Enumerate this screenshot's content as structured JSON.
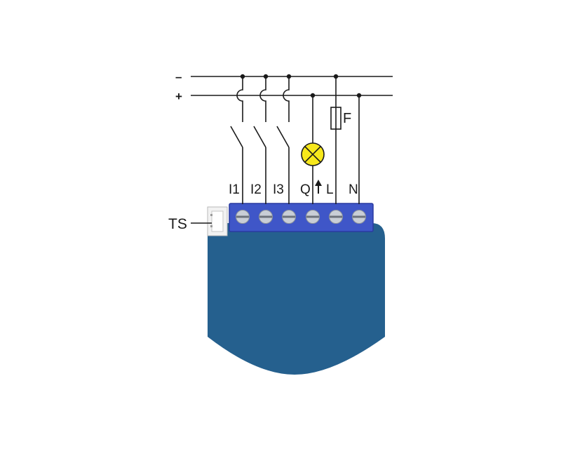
{
  "bus": {
    "minus": "–",
    "plus": "+"
  },
  "terminals": [
    {
      "id": "i1",
      "label": "I1"
    },
    {
      "id": "i2",
      "label": "I2"
    },
    {
      "id": "i3",
      "label": "I3"
    },
    {
      "id": "q",
      "label": "Q"
    },
    {
      "id": "l",
      "label": "L"
    },
    {
      "id": "n",
      "label": "N"
    }
  ],
  "fuse_label": "F",
  "sensor_label": "TS",
  "icons": {
    "lamp": "lamp-icon",
    "fuse": "fuse-icon",
    "switch": "switch-icon",
    "arrow": "arrow-up-icon",
    "sensor_connector": "connector-icon"
  },
  "colors": {
    "module_body": "#25608e",
    "terminal_block": "#3f56c8",
    "terminal_block_edge": "#2a3aa0",
    "screw": "#c9ced6",
    "lamp_fill": "#f7e81c",
    "wire": "#1a1a1a"
  }
}
